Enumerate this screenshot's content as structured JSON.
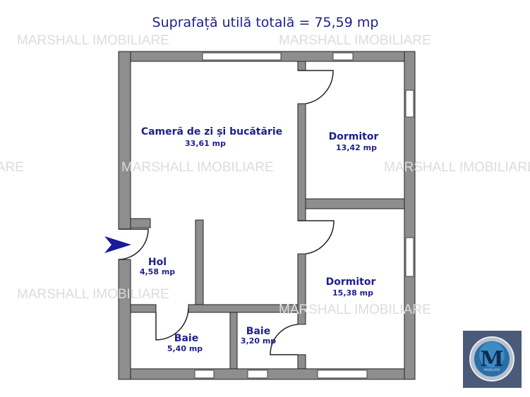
{
  "title": "Suprafață utilă totală = 75,59 mp",
  "watermark": "MARSHALL IMOBILIARE",
  "rooms": [
    {
      "name": "Cameră de zi și bucătărie",
      "area": "33,61 mp"
    },
    {
      "name": "Dormitor",
      "area": "13,42 mp"
    },
    {
      "name": "Dormitor",
      "area": "15,38 mp"
    },
    {
      "name": "Hol",
      "area": "4,58 mp"
    },
    {
      "name": "Baie",
      "area": "5,40 mp"
    },
    {
      "name": "Baie",
      "area": "3,20 mp"
    }
  ],
  "entrance_icon": "arrow-right-icon",
  "logo": {
    "letter": "M",
    "text": "IMOBILIARE"
  },
  "colors": {
    "text": "#1f1f8c",
    "wall": "#8e8e8e",
    "logo_bg": "#4a5a78",
    "arrow": "#1a1a9a"
  }
}
